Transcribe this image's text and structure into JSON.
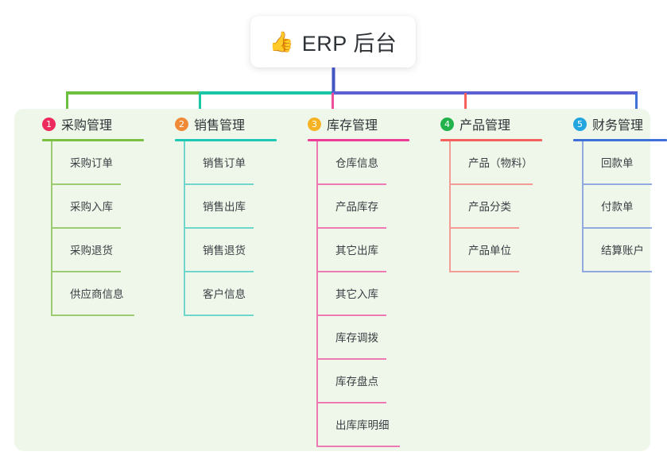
{
  "root": {
    "icon": "thumbs-up-icon",
    "emoji": "👍",
    "title": "ERP 后台"
  },
  "panel": {
    "background": "#eef7e9"
  },
  "connector_colors": {
    "stem": "#4355c0",
    "bar_left": "#6fbf3e",
    "bar_mid": "#19c6a6",
    "bar_right": "#5b5fd1",
    "drop_1": "#6fbf3e",
    "drop_2": "#19c6a6",
    "drop_3": "#ec4e9c",
    "drop_4": "#f4605c",
    "drop_5": "#3f6fd8"
  },
  "columns": [
    {
      "index": "1",
      "badge_color": "#ec2a5b",
      "title": "采购管理",
      "rule_color": "#7ac143",
      "line_color": "#9ccb74",
      "items": [
        {
          "label": "采购订单"
        },
        {
          "label": "采购入库"
        },
        {
          "label": "采购退货"
        },
        {
          "label": "供应商信息"
        }
      ]
    },
    {
      "index": "2",
      "badge_color": "#f08a36",
      "title": "销售管理",
      "rule_color": "#1ec8b4",
      "line_color": "#6fd6cb",
      "items": [
        {
          "label": "销售订单"
        },
        {
          "label": "销售出库"
        },
        {
          "label": "销售退货"
        },
        {
          "label": "客户信息"
        }
      ]
    },
    {
      "index": "3",
      "badge_color": "#f5b324",
      "title": "库存管理",
      "rule_color": "#ec3e96",
      "line_color": "#ee7ab4",
      "items": [
        {
          "label": "仓库信息"
        },
        {
          "label": "产品库存"
        },
        {
          "label": "其它出库"
        },
        {
          "label": "其它入库"
        },
        {
          "label": "库存调拨"
        },
        {
          "label": "库存盘点"
        },
        {
          "label": "出库库明细"
        }
      ]
    },
    {
      "index": "4",
      "badge_color": "#22b24c",
      "title": "产品管理",
      "rule_color": "#f4605c",
      "line_color": "#f59b95",
      "items": [
        {
          "label": "产品（物料）",
          "wide": true
        },
        {
          "label": "产品分类"
        },
        {
          "label": "产品单位"
        }
      ]
    },
    {
      "index": "5",
      "badge_color": "#23a6e0",
      "title": "财务管理",
      "rule_color": "#3f6fd8",
      "line_color": "#92a9e0",
      "items": [
        {
          "label": "回款单"
        },
        {
          "label": "付款单"
        },
        {
          "label": "结算账户"
        }
      ]
    }
  ]
}
